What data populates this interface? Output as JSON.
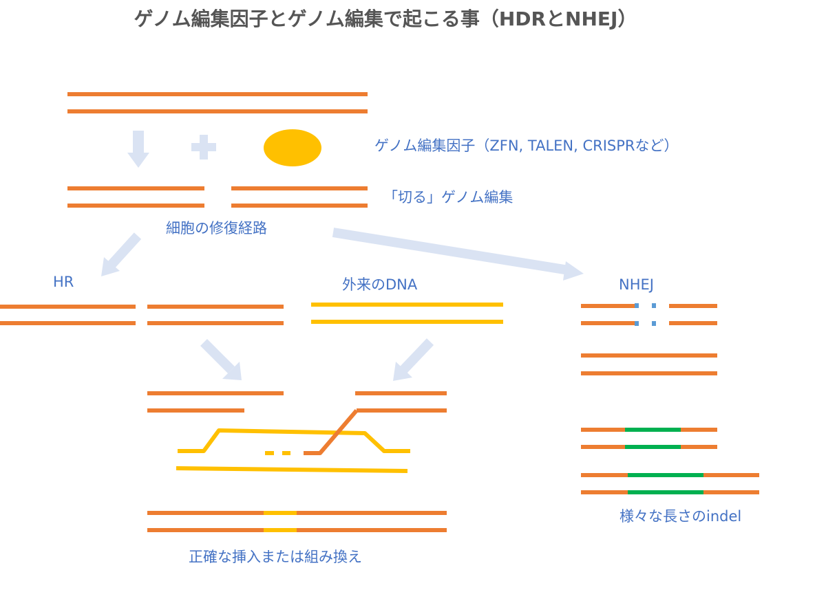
{
  "title": "ゲノム編集因子とゲノム編集で起こる事（HDRとNHEJ）",
  "labels": {
    "editing_factor": "ゲノム編集因子（ZFN, TALEN, CRISPRなど）",
    "cut_editing": "「切る」ゲノム編集",
    "repair_pathway": "細胞の修復経路",
    "hr": "HR",
    "foreign_dna": "外来のDNA",
    "nhej": "NHEJ",
    "precise_insertion": "正確な挿入または組み換え",
    "indel": "様々な長さのindel"
  },
  "colors": {
    "dna_orange": "#ED7D31",
    "foreign_yellow": "#FFC000",
    "indel_green": "#00B050",
    "gap_blue": "#5B9BD5",
    "arrow_light_blue": "#DAE3F3",
    "factor_ellipse": "#FFC000",
    "label_blue": "#4472C4",
    "title_gray": "#555555"
  }
}
